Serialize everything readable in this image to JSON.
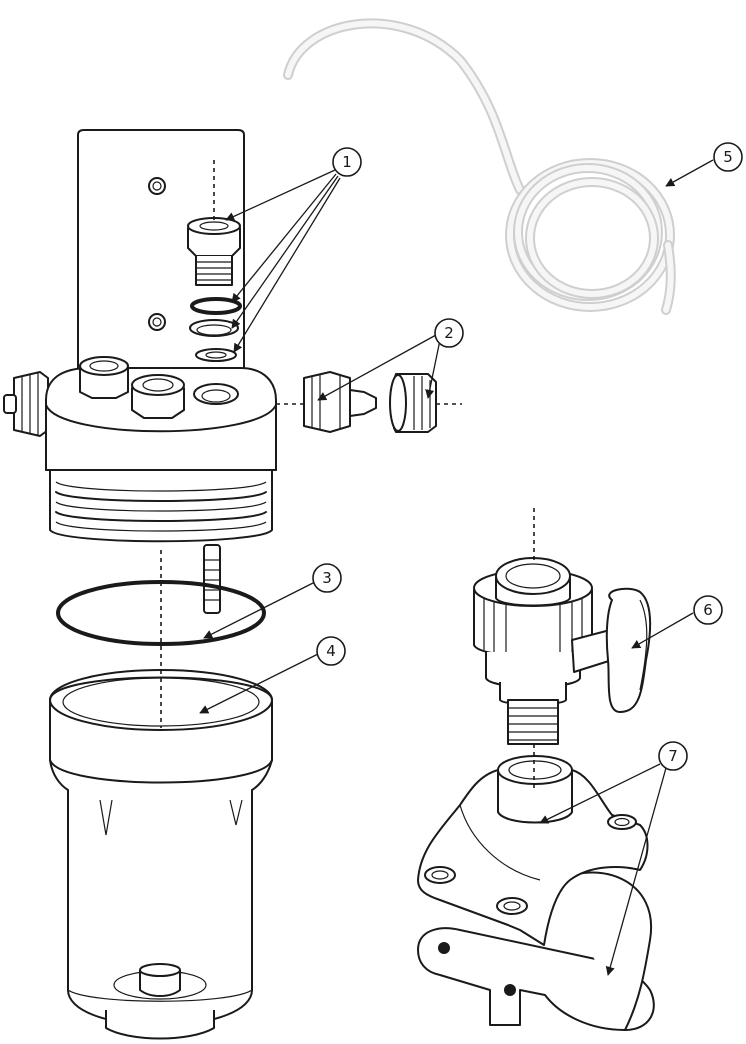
{
  "callouts": [
    {
      "id": "c1",
      "label": "1"
    },
    {
      "id": "c2",
      "label": "2"
    },
    {
      "id": "c3",
      "label": "3"
    },
    {
      "id": "c4",
      "label": "4"
    },
    {
      "id": "c5",
      "label": "5"
    },
    {
      "id": "c6",
      "label": "6"
    },
    {
      "id": "c7",
      "label": "7"
    }
  ],
  "colors": {
    "line": "#1a1a1a",
    "background": "#ffffff",
    "tube": "#cfcfcf"
  }
}
